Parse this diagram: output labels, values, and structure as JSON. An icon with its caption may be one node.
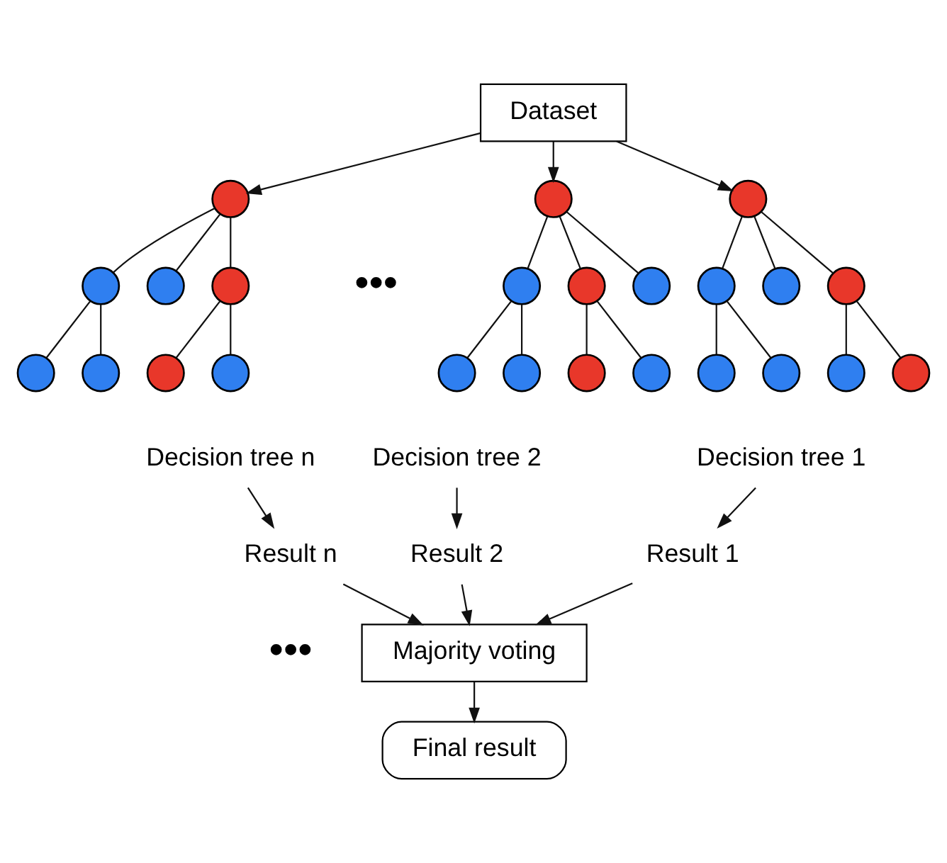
{
  "diagram": {
    "nodes": [
      {
        "text": [
          "Dataset"
        ]
      },
      {
        "text": [],
        "shape": "circle"
      },
      {
        "text": [],
        "shape": "circle"
      },
      {
        "text": [],
        "shape": "circle"
      },
      {
        "text": [],
        "shape": "circle"
      },
      {
        "text": [],
        "shape": "circle"
      },
      {
        "text": [],
        "shape": "circle"
      },
      {
        "text": [],
        "shape": "circle"
      },
      {
        "text": [],
        "shape": "circle"
      },
      {
        "text": [],
        "shape": "circle"
      },
      {
        "text": [],
        "shape": "circle"
      },
      {
        "text": [],
        "shape": "circle"
      },
      {
        "text": [],
        "shape": "circle"
      },
      {
        "text": [],
        "shape": "circle"
      },
      {
        "text": [],
        "shape": "circle"
      },
      {
        "text": [],
        "shape": "circle"
      },
      {
        "text": [],
        "shape": "circle"
      },
      {
        "text": [],
        "shape": "circle"
      },
      {
        "text": [],
        "shape": "circle"
      },
      {
        "text": [],
        "shape": "circle"
      },
      {
        "text": [],
        "shape": "circle"
      },
      {
        "text": [],
        "shape": "circle"
      },
      {
        "text": [],
        "shape": "circle"
      },
      {
        "text": [],
        "shape": "circle"
      },
      {
        "text": [],
        "shape": "circle"
      },
      {
        "text": [
          "Decision tree 1"
        ]
      },
      {
        "text": [
          "Decision tree 2"
        ]
      },
      {
        "text": [
          "Decision tree n"
        ]
      },
      {
        "text": [
          "Result 1"
        ]
      },
      {
        "text": [
          "Result 2"
        ]
      },
      {
        "text": [
          "Result n"
        ]
      },
      {
        "text": [
          "Majority voting"
        ]
      },
      {
        "text": [
          "Final result"
        ]
      }
    ],
    "edges": [
      {
        "from": 0,
        "to": 1,
        "arrow": "to"
      },
      {
        "from": 0,
        "to": 9,
        "arrow": "to"
      },
      {
        "from": 0,
        "to": 17,
        "arrow": "to"
      },
      {
        "from": 1,
        "to": 2,
        "arrow": "none"
      },
      {
        "from": 1,
        "to": 3,
        "arrow": "none"
      },
      {
        "from": 1,
        "to": 4,
        "arrow": "none"
      },
      {
        "from": 2,
        "to": 5,
        "arrow": "none"
      },
      {
        "from": 2,
        "to": 6,
        "arrow": "none"
      },
      {
        "from": 4,
        "to": 7,
        "arrow": "none"
      },
      {
        "from": 4,
        "to": 8,
        "arrow": "none"
      },
      {
        "from": 9,
        "to": 10,
        "arrow": "none"
      },
      {
        "from": 9,
        "to": 11,
        "arrow": "none"
      },
      {
        "from": 9,
        "to": 12,
        "arrow": "none"
      },
      {
        "from": 10,
        "to": 13,
        "arrow": "none"
      },
      {
        "from": 10,
        "to": 14,
        "arrow": "none"
      },
      {
        "from": 12,
        "to": 15,
        "arrow": "none"
      },
      {
        "from": 12,
        "to": 16,
        "arrow": "none"
      },
      {
        "from": 17,
        "to": 18,
        "arrow": "none"
      },
      {
        "from": 17,
        "to": 19,
        "arrow": "none"
      },
      {
        "from": 17,
        "to": 20,
        "arrow": "none"
      },
      {
        "from": 18,
        "to": 21,
        "arrow": "none"
      },
      {
        "from": 18,
        "to": 22,
        "arrow": "none"
      },
      {
        "from": 20,
        "to": 23,
        "arrow": "none"
      },
      {
        "from": 20,
        "to": 24,
        "arrow": "none"
      },
      {
        "from": 25,
        "to": 28,
        "arrow": "to"
      },
      {
        "from": 26,
        "to": 29,
        "arrow": "to"
      },
      {
        "from": 27,
        "to": 30,
        "arrow": "to"
      },
      {
        "from": 28,
        "to": 31,
        "arrow": "to"
      },
      {
        "from": 29,
        "to": 31,
        "arrow": "to"
      },
      {
        "from": 30,
        "to": 31,
        "arrow": "to"
      },
      {
        "from": 31,
        "to": 32,
        "arrow": "to"
      }
    ],
    "labels": [
      "•••",
      "•••"
    ]
  }
}
